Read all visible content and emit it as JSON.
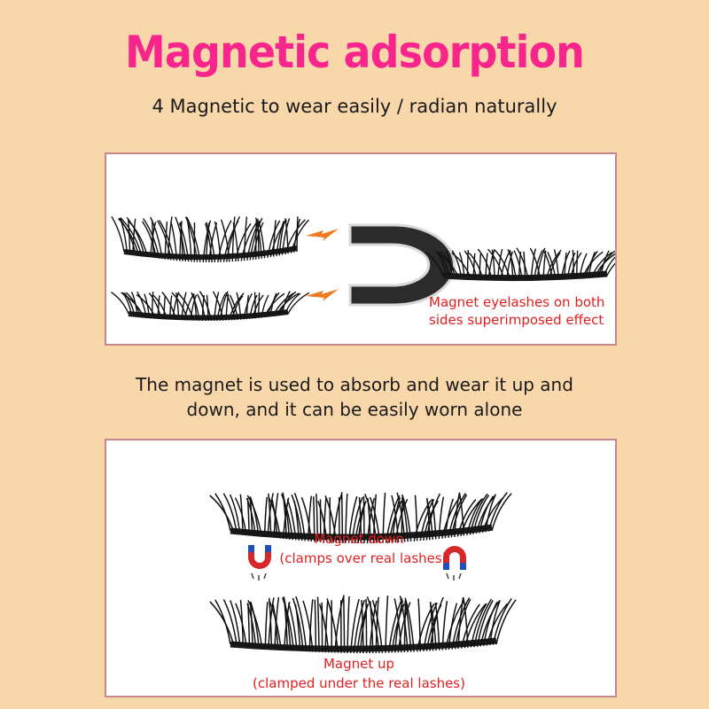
{
  "title": "Magnetic adsorption",
  "subtitle": "4 Magnetic to wear easily / radian naturally",
  "panel1": {
    "caption_line1": "Magnet eyelashes on both",
    "caption_line2": "sides superimposed effect"
  },
  "middle_text": {
    "line1": "The magnet is used to absorb and wear it up and",
    "line2": "down, and it can be easily worn alone"
  },
  "panel2": {
    "top_label": "Magnet down",
    "top_sub": "(clamps over real lashes)",
    "bottom_label": "Magnet up",
    "bottom_sub": "(clamped under the real lashes)"
  },
  "colors": {
    "background": "#f8d7aa",
    "title": "#f7258c",
    "caption": "#e02020",
    "arrow": "#f07a20",
    "magnet": "#2b2b2b"
  }
}
